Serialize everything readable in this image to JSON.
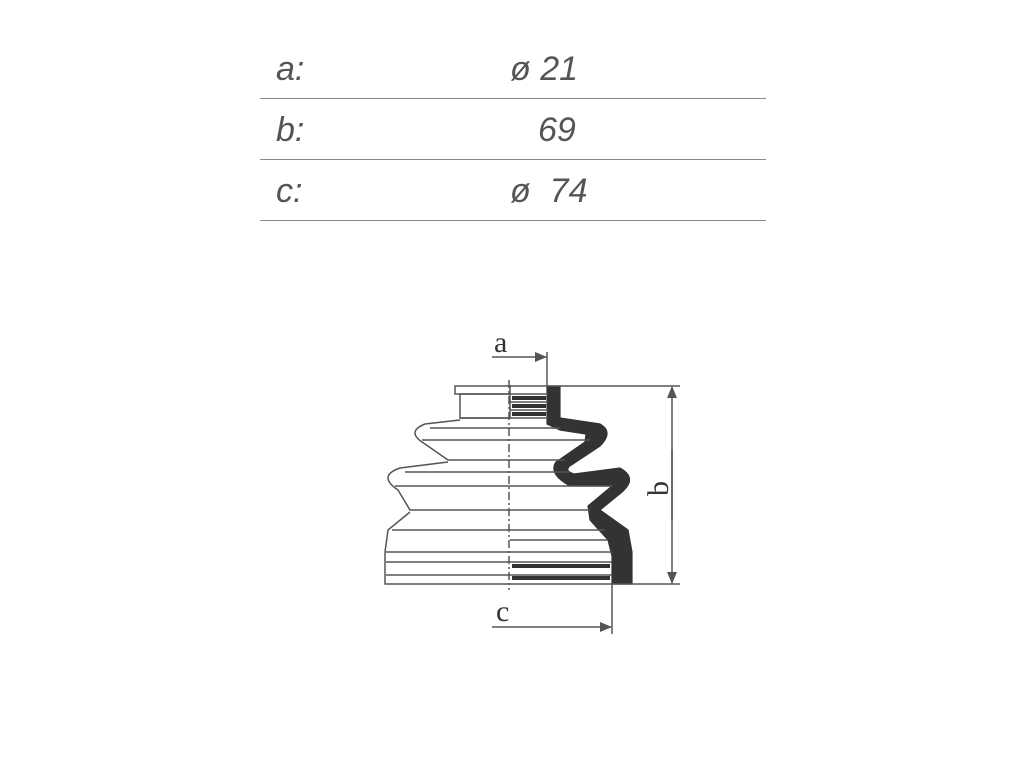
{
  "dimensions": [
    {
      "letter": "a:",
      "value": "ø 21"
    },
    {
      "letter": "b:",
      "value": "69"
    },
    {
      "letter": "c:",
      "value": "ø  74"
    }
  ],
  "drawing": {
    "label_a": "a",
    "label_b": "b",
    "label_c": "c"
  },
  "colors": {
    "line": "#555555",
    "fill_dark": "#333333",
    "text": "#555555"
  }
}
